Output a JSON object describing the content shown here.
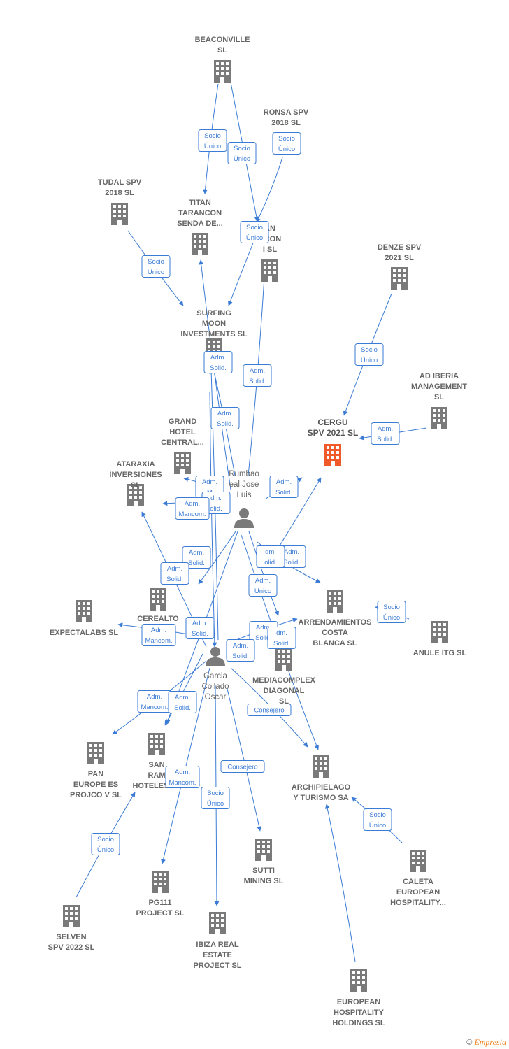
{
  "colors": {
    "edge": "#3a7bd5",
    "building": "#7a7a7a",
    "building_highlight": "#f05a28",
    "label": "#666666"
  },
  "companies": [
    {
      "id": "beaconville",
      "lines": [
        "BEACONVILLE",
        "SL"
      ]
    },
    {
      "id": "ronsa",
      "lines": [
        "RONSA SPV",
        "2018  SL"
      ]
    },
    {
      "id": "tudal",
      "lines": [
        "TUDAL SPV",
        "2018  SL"
      ]
    },
    {
      "id": "titan_senda",
      "lines": [
        "TITAN",
        "TARANCON",
        "SENDA DE..."
      ]
    },
    {
      "id": "titan_2",
      "lines": [
        "AN",
        "NCON",
        "I  SL"
      ]
    },
    {
      "id": "denze",
      "lines": [
        "DENZE SPV",
        "2021  SL"
      ]
    },
    {
      "id": "surfing",
      "lines": [
        "SURFING",
        "MOON",
        "INVESTMENTS SL"
      ]
    },
    {
      "id": "ad_iberia",
      "lines": [
        "AD IBERIA",
        "MANAGEMENT",
        "SL"
      ]
    },
    {
      "id": "cergu",
      "lines": [
        "CERGU",
        "SPV 2021  SL"
      ],
      "highlight": true
    },
    {
      "id": "grand_hotel",
      "lines": [
        "GRAND",
        "HOTEL",
        "CENTRAL..."
      ]
    },
    {
      "id": "ataraxia",
      "lines": [
        "ATARAXIA",
        "INVERSIONES",
        "SL"
      ]
    },
    {
      "id": "cerealto",
      "lines": [
        "CEREALTO",
        "OL           SL"
      ]
    },
    {
      "id": "expectalabs",
      "lines": [
        "EXPECTALABS SL"
      ]
    },
    {
      "id": "arrendamientos",
      "lines": [
        "ARRENDAMIENTOS",
        "COSTA",
        "BLANCA SL"
      ]
    },
    {
      "id": "anule",
      "lines": [
        "ANULE ITG  SL"
      ]
    },
    {
      "id": "mediacomplex",
      "lines": [
        "MEDIACOMPLEX",
        "DIAGONAL",
        "SL"
      ]
    },
    {
      "id": "pan_europe",
      "lines": [
        "PAN",
        "EUROPE ES",
        "PROJCO V SL"
      ]
    },
    {
      "id": "san_ramon",
      "lines": [
        "SAN",
        "RAM",
        "HOTELES SL"
      ]
    },
    {
      "id": "archipielago",
      "lines": [
        "ARCHIPIELAGO",
        "Y TURISMO SA"
      ]
    },
    {
      "id": "sutti",
      "lines": [
        "SUTTI",
        "MINING SL"
      ]
    },
    {
      "id": "caleta",
      "lines": [
        "CALETA",
        "EUROPEAN",
        "HOSPITALITY..."
      ]
    },
    {
      "id": "pg111",
      "lines": [
        "PG111",
        "PROJECT  SL"
      ]
    },
    {
      "id": "selven",
      "lines": [
        "SELVEN",
        "SPV 2022  SL"
      ]
    },
    {
      "id": "ibiza",
      "lines": [
        "IBIZA REAL",
        "ESTATE",
        "PROJECT  SL"
      ]
    },
    {
      "id": "european_hosp",
      "lines": [
        "EUROPEAN",
        "HOSPITALITY",
        "HOLDINGS  SL"
      ]
    }
  ],
  "persons": [
    {
      "id": "rumbao",
      "lines": [
        "Rumbao",
        "eal Jose",
        "Luis"
      ]
    },
    {
      "id": "garcia",
      "lines": [
        "Garcia",
        "Collado",
        "Oscar"
      ]
    }
  ],
  "edge_labels": [
    {
      "id": "l1",
      "lines": [
        "Socio",
        "Único"
      ]
    },
    {
      "id": "l2",
      "lines": [
        "Socio",
        "Único"
      ]
    },
    {
      "id": "l3",
      "lines": [
        "Socio",
        "Único"
      ]
    },
    {
      "id": "l4",
      "lines": [
        "Socio",
        "Único"
      ]
    },
    {
      "id": "l5",
      "lines": [
        "Socio",
        "Único"
      ]
    },
    {
      "id": "l6",
      "lines": [
        "Socio",
        "Único"
      ]
    },
    {
      "id": "l7",
      "lines": [
        "Adm.",
        "Solid."
      ]
    },
    {
      "id": "l8",
      "lines": [
        "Adm.",
        "Solid."
      ]
    },
    {
      "id": "l9",
      "lines": [
        "Adm.",
        "Solid."
      ]
    },
    {
      "id": "l10",
      "lines": [
        "Adm.",
        "Solid."
      ]
    },
    {
      "id": "l11",
      "lines": [
        "Adm.",
        "M"
      ]
    },
    {
      "id": "l12",
      "lines": [
        "dm.",
        "olid."
      ]
    },
    {
      "id": "l13",
      "lines": [
        "Adm.",
        "Solid."
      ]
    },
    {
      "id": "l14",
      "lines": [
        "Adm.",
        "Mancom."
      ]
    },
    {
      "id": "l15",
      "lines": [
        "Adm.",
        "Solid."
      ]
    },
    {
      "id": "l16",
      "lines": [
        "Adm.",
        "Solid."
      ]
    },
    {
      "id": "l17",
      "lines": [
        "dm.",
        "olid."
      ]
    },
    {
      "id": "l18",
      "lines": [
        "Adm.",
        "Solid."
      ]
    },
    {
      "id": "l19",
      "lines": [
        "Adm.",
        "Unico"
      ]
    },
    {
      "id": "l20",
      "lines": [
        "Adm.",
        "Mancom."
      ]
    },
    {
      "id": "l21",
      "lines": [
        "Adm.",
        "Solid."
      ]
    },
    {
      "id": "l22",
      "lines": [
        "Adm.",
        "Solid."
      ]
    },
    {
      "id": "l23",
      "lines": [
        "dm.",
        "Solid."
      ]
    },
    {
      "id": "l24",
      "lines": [
        "Socio",
        "Único"
      ]
    },
    {
      "id": "l25",
      "lines": [
        "Adm.",
        "Solid."
      ]
    },
    {
      "id": "l26",
      "lines": [
        "Adm.",
        "Mancom."
      ]
    },
    {
      "id": "l27",
      "lines": [
        "Adm.",
        "Solid."
      ]
    },
    {
      "id": "l28",
      "lines": [
        "Consejero"
      ]
    },
    {
      "id": "l29",
      "lines": [
        "Adm.",
        "Mancom."
      ]
    },
    {
      "id": "l30",
      "lines": [
        "Consejero"
      ]
    },
    {
      "id": "l31",
      "lines": [
        "Socio",
        "Único"
      ]
    },
    {
      "id": "l32",
      "lines": [
        "Socio",
        "Único"
      ]
    },
    {
      "id": "l33",
      "lines": [
        "Socio",
        "Único"
      ]
    }
  ],
  "footer": {
    "symbol": "©",
    "brand": "Empresia"
  }
}
